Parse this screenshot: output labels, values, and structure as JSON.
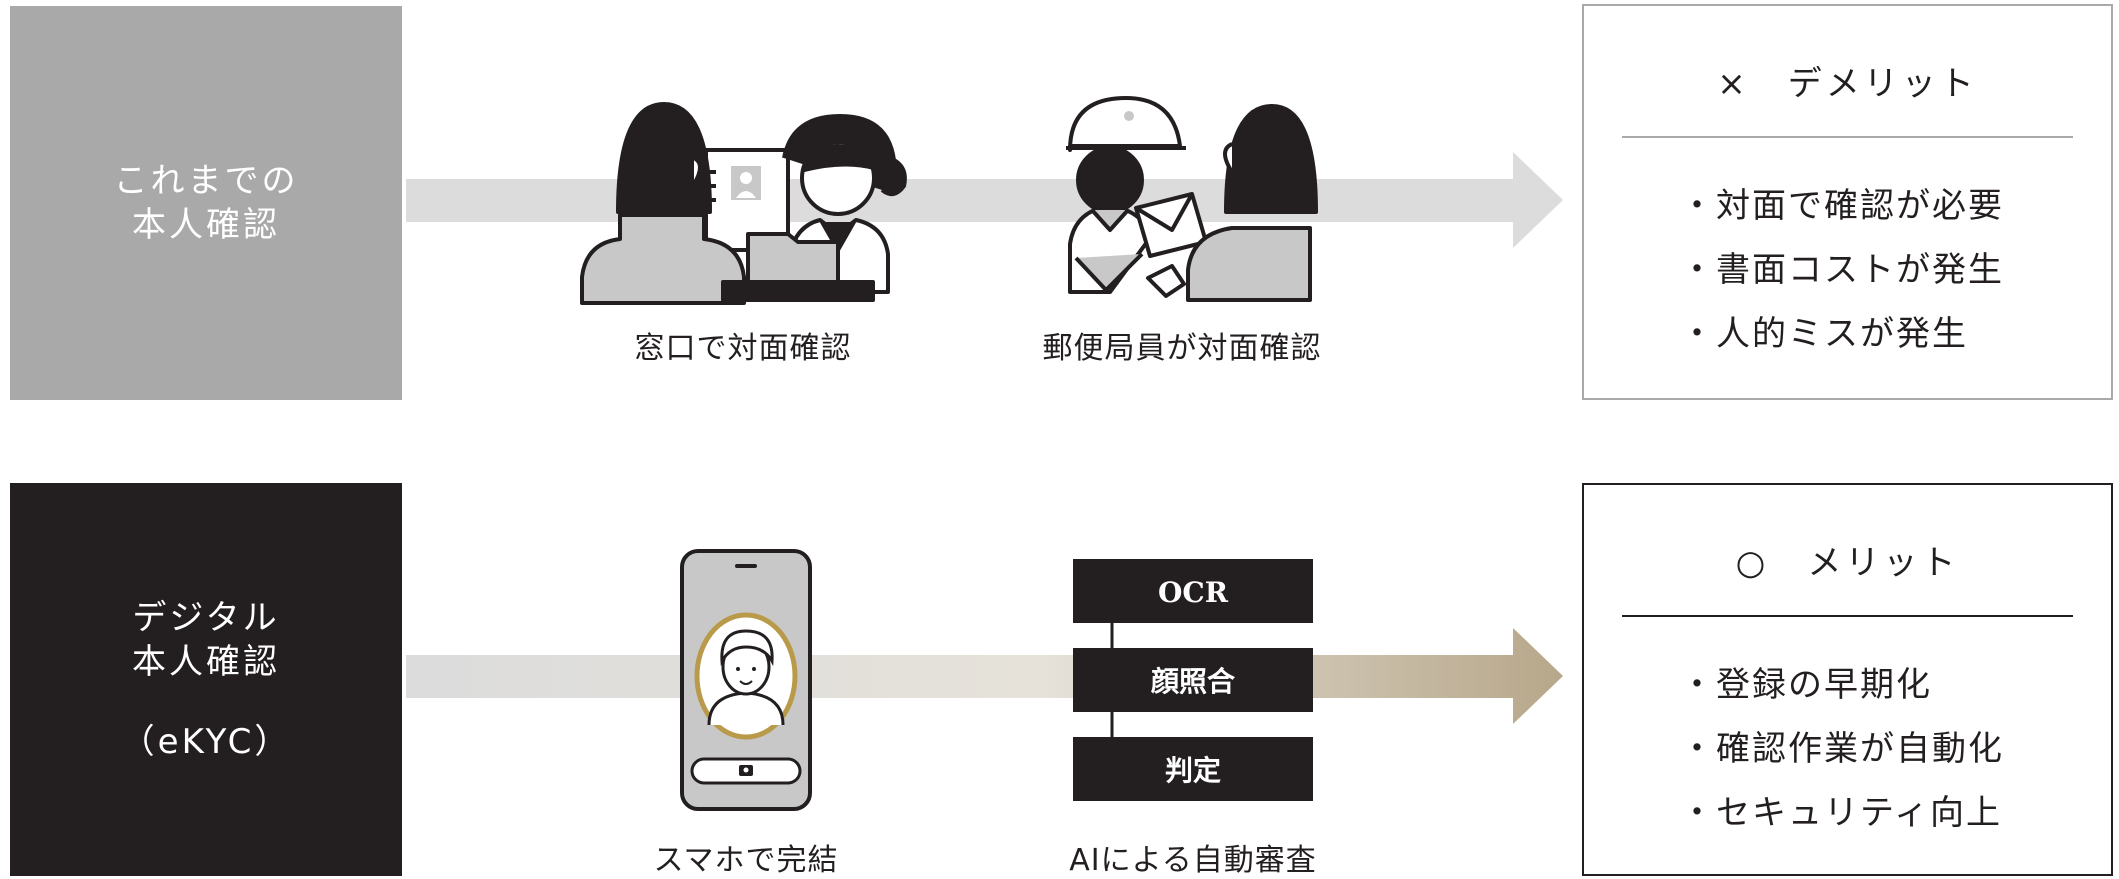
{
  "rows": {
    "old": {
      "label_lines": [
        "これまでの",
        "本人確認"
      ],
      "captions": [
        "窓口で対面確認",
        "郵便局員が対面確認"
      ],
      "merit_title": "×　デメリット",
      "merit_items": [
        "・対面で確認が必要",
        "・書面コストが発生",
        "・人的ミスが発生"
      ]
    },
    "new": {
      "label_lines": [
        "デジタル",
        "本人確認"
      ],
      "label_sub": "（eKYC）",
      "captions": [
        "スマホで完結",
        "AIによる自動審査"
      ],
      "stack": [
        "OCR",
        "顔照合",
        "判定"
      ],
      "merit_title": "○　メリット",
      "merit_items": [
        "・登録の早期化",
        "・確認作業が自動化",
        "・セキュリティ向上"
      ]
    }
  },
  "colors": {
    "old_label_bg": "#a9a9a9",
    "new_label_bg": "#231f20",
    "old_arrow": "#dcdcdc",
    "new_arrow_end": "#b7a78a",
    "face_ring": "#b89a4a",
    "ink": "#231f20"
  },
  "icons": [
    "counter-clerk-icon",
    "postal-worker-icon",
    "smartphone-face-icon",
    "ai-process-stack-icon"
  ]
}
